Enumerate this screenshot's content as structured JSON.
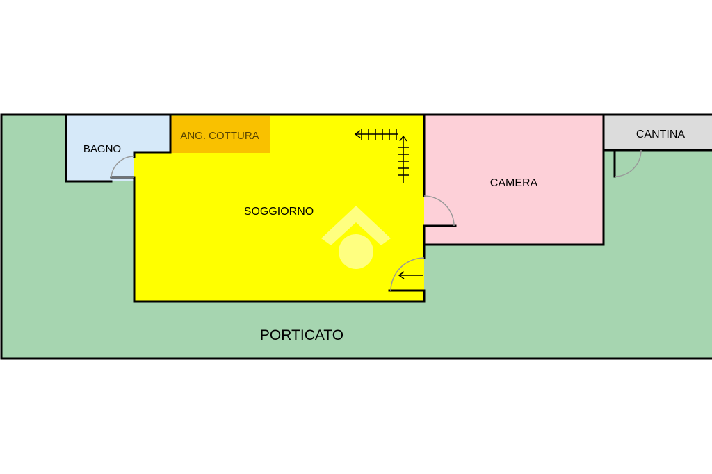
{
  "rooms": {
    "porticato": {
      "label": "PORTICATO",
      "color": "#a6d5b0"
    },
    "bagno": {
      "label": "BAGNO",
      "color": "#d6e9f9"
    },
    "cottura": {
      "label": "ANG. COTTURA",
      "color": "#f9c100"
    },
    "soggiorno": {
      "label": "SOGGIORNO",
      "color": "#ffff00"
    },
    "camera": {
      "label": "CAMERA",
      "color": "#fdd0d8"
    },
    "cantina": {
      "label": "CANTINA",
      "color": "#dcdcdc"
    }
  },
  "colors": {
    "wall": "#000000",
    "door": "#999999",
    "watermark": "#ffffa0"
  },
  "icons": [
    "stair-arrow-icon",
    "entry-arrow-icon",
    "watermark-logo-icon"
  ]
}
